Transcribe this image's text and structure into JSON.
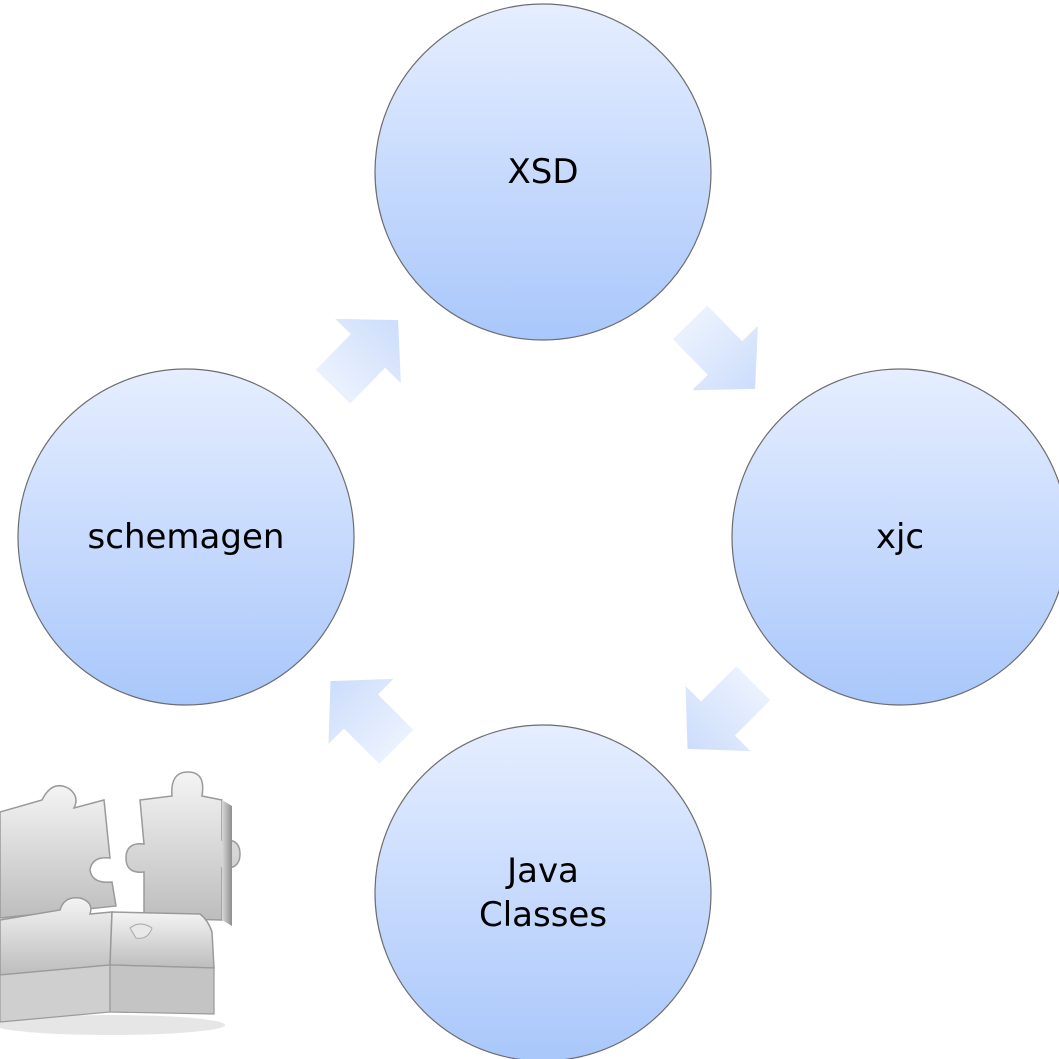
{
  "diagram": {
    "type": "cycle",
    "nodes": [
      {
        "id": "xsd",
        "label_lines": [
          "XSD"
        ]
      },
      {
        "id": "xjc",
        "label_lines": [
          "xjc"
        ]
      },
      {
        "id": "java-classes",
        "label_lines": [
          "Java",
          "Classes"
        ]
      },
      {
        "id": "schemagen",
        "label_lines": [
          "schemagen"
        ]
      }
    ],
    "edges": [
      {
        "from": "xsd",
        "to": "xjc"
      },
      {
        "from": "xjc",
        "to": "java-classes"
      },
      {
        "from": "java-classes",
        "to": "schemagen"
      },
      {
        "from": "schemagen",
        "to": "xsd"
      }
    ],
    "node_gradient_top": "#e6eeff",
    "node_gradient_bottom": "#a9c7fb",
    "node_stroke": "#6d6d6d",
    "arrow_color_light": "#eaf1fe",
    "arrow_color_dark": "#c9dbfb"
  },
  "decoration": {
    "image_name": "puzzle-pieces-image"
  }
}
